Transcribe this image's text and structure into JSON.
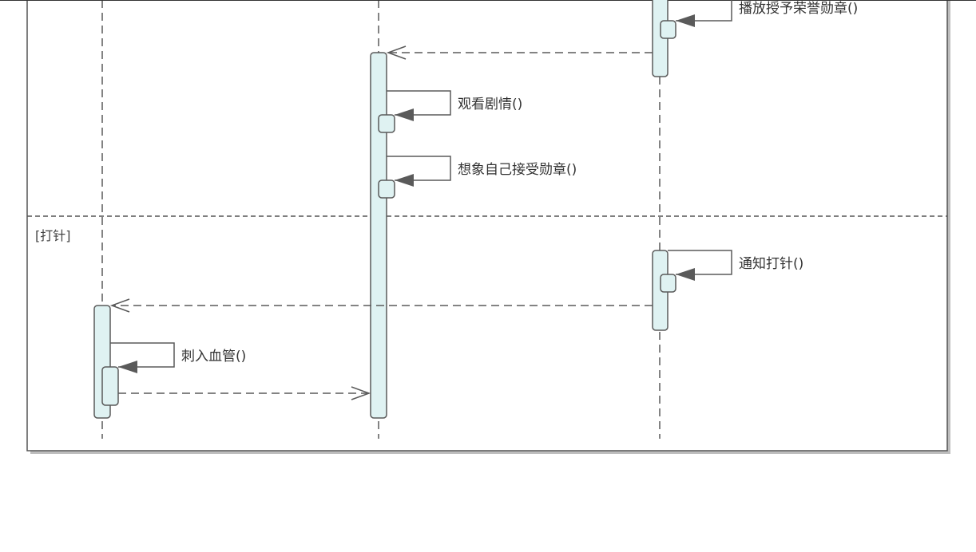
{
  "diagram": {
    "type": "sequence",
    "colors": {
      "activation_fill": "#dff2f2",
      "line": "#5a5a5a",
      "frame": "#555555",
      "shadow": "#bdbdbd",
      "arrow_head": "#5a5a5a"
    },
    "fragment": {
      "guards": [
        {
          "text": "[打针]"
        }
      ]
    },
    "messages": [
      {
        "text": "播放授予荣誉勋章()"
      },
      {
        "text": "观看剧情()"
      },
      {
        "text": "想象自己接受勋章()"
      },
      {
        "text": "通知打针()"
      },
      {
        "text": "刺入血管()"
      }
    ]
  }
}
